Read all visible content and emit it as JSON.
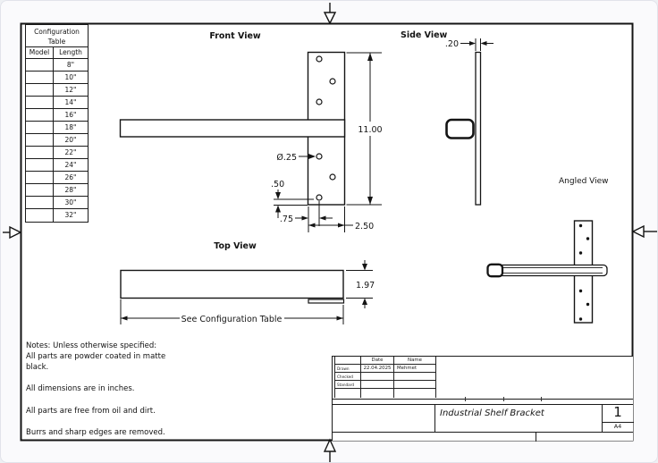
{
  "drawing": {
    "front_view": {
      "label": "Front View",
      "dim_height": "11.00",
      "dim_hole_diameter": "Ø.25",
      "dim_hole_to_bottom": ".50",
      "dim_hole_to_edge": ".75",
      "dim_plate_width": "2.50"
    },
    "side_view": {
      "label": "Side View",
      "dim_thickness": ".20"
    },
    "top_view": {
      "label": "Top View",
      "dim_depth": "1.97",
      "dim_length": "See Configuration Table"
    },
    "angled_view": {
      "label": "Angled View"
    }
  },
  "config_table": {
    "title": "Configuration Table",
    "columns": {
      "model": "Model",
      "length": "Length"
    },
    "rows": [
      {
        "model": "",
        "length": "8\""
      },
      {
        "model": "",
        "length": "10\""
      },
      {
        "model": "",
        "length": "12\""
      },
      {
        "model": "",
        "length": "14\""
      },
      {
        "model": "",
        "length": "16\""
      },
      {
        "model": "",
        "length": "18\""
      },
      {
        "model": "",
        "length": "20\""
      },
      {
        "model": "",
        "length": "22\""
      },
      {
        "model": "",
        "length": "24\""
      },
      {
        "model": "",
        "length": "26\""
      },
      {
        "model": "",
        "length": "28\""
      },
      {
        "model": "",
        "length": "30\""
      },
      {
        "model": "",
        "length": "32\""
      }
    ]
  },
  "notes": [
    "Notes: Unless otherwise specified:",
    "All parts are powder coated in matte black.",
    "All dimensions are in inches.",
    "All parts are free from oil and dirt.",
    "Burrs and sharp edges are removed."
  ],
  "title_block": {
    "header_date": "Date",
    "header_name": "Name",
    "rows": [
      {
        "label": "Drawn",
        "date": "22.04.2025",
        "name": "Mehmet"
      },
      {
        "label": "Checked",
        "date": "",
        "name": ""
      },
      {
        "label": "Standard",
        "date": "",
        "name": ""
      }
    ],
    "drawing_title": "Industrial Shelf Bracket",
    "sheet_number": "1",
    "paper_size": "A4"
  },
  "colors": {
    "line": "#141414",
    "sheet": "#ffffff",
    "margin": "#fafafc"
  }
}
